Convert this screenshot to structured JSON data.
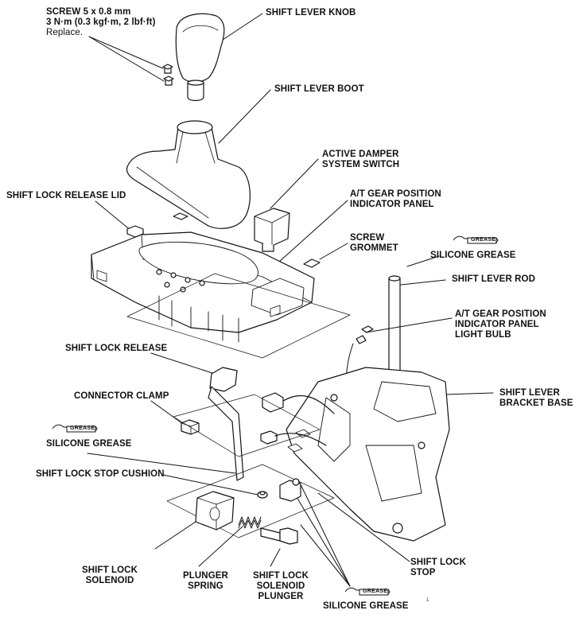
{
  "labels": {
    "screw_l1": "SCREW 5 x 0.8 mm",
    "screw_l2": "3 N·m (0.3 kgf·m, 2 lbf·ft)",
    "screw_l3": "Replace.",
    "knob": "SHIFT LEVER KNOB",
    "boot": "SHIFT LEVER BOOT",
    "damper_l1": "ACTIVE DAMPER",
    "damper_l2": "SYSTEM SWITCH",
    "release_lid": "SHIFT LOCK RELEASE LID",
    "indicator_l1": "A/T GEAR POSITION",
    "indicator_l2": "INDICATOR PANEL",
    "screw_grommet_l1": "SCREW",
    "screw_grommet_l2": "GROMMET",
    "silicone_grease": "SILICONE GREASE",
    "lever_rod": "SHIFT LEVER ROD",
    "bulb_l1": "A/T GEAR POSITION",
    "bulb_l2": "INDICATOR PANEL",
    "bulb_l3": "LIGHT BULB",
    "lock_release": "SHIFT LOCK RELEASE",
    "connector_clamp": "CONNECTOR CLAMP",
    "bracket_l1": "SHIFT LEVER",
    "bracket_l2": "BRACKET BASE",
    "stop_cushion": "SHIFT LOCK STOP CUSHION",
    "solenoid_l1": "SHIFT LOCK",
    "solenoid_l2": "SOLENOID",
    "spring_l1": "PLUNGER",
    "spring_l2": "SPRING",
    "plunger_l1": "SHIFT LOCK",
    "plunger_l2": "SOLENOID",
    "plunger_l3": "PLUNGER",
    "stop_l1": "SHIFT LOCK",
    "stop_l2": "STOP",
    "grease_badge": "GREASE",
    "page_mark": "1"
  }
}
